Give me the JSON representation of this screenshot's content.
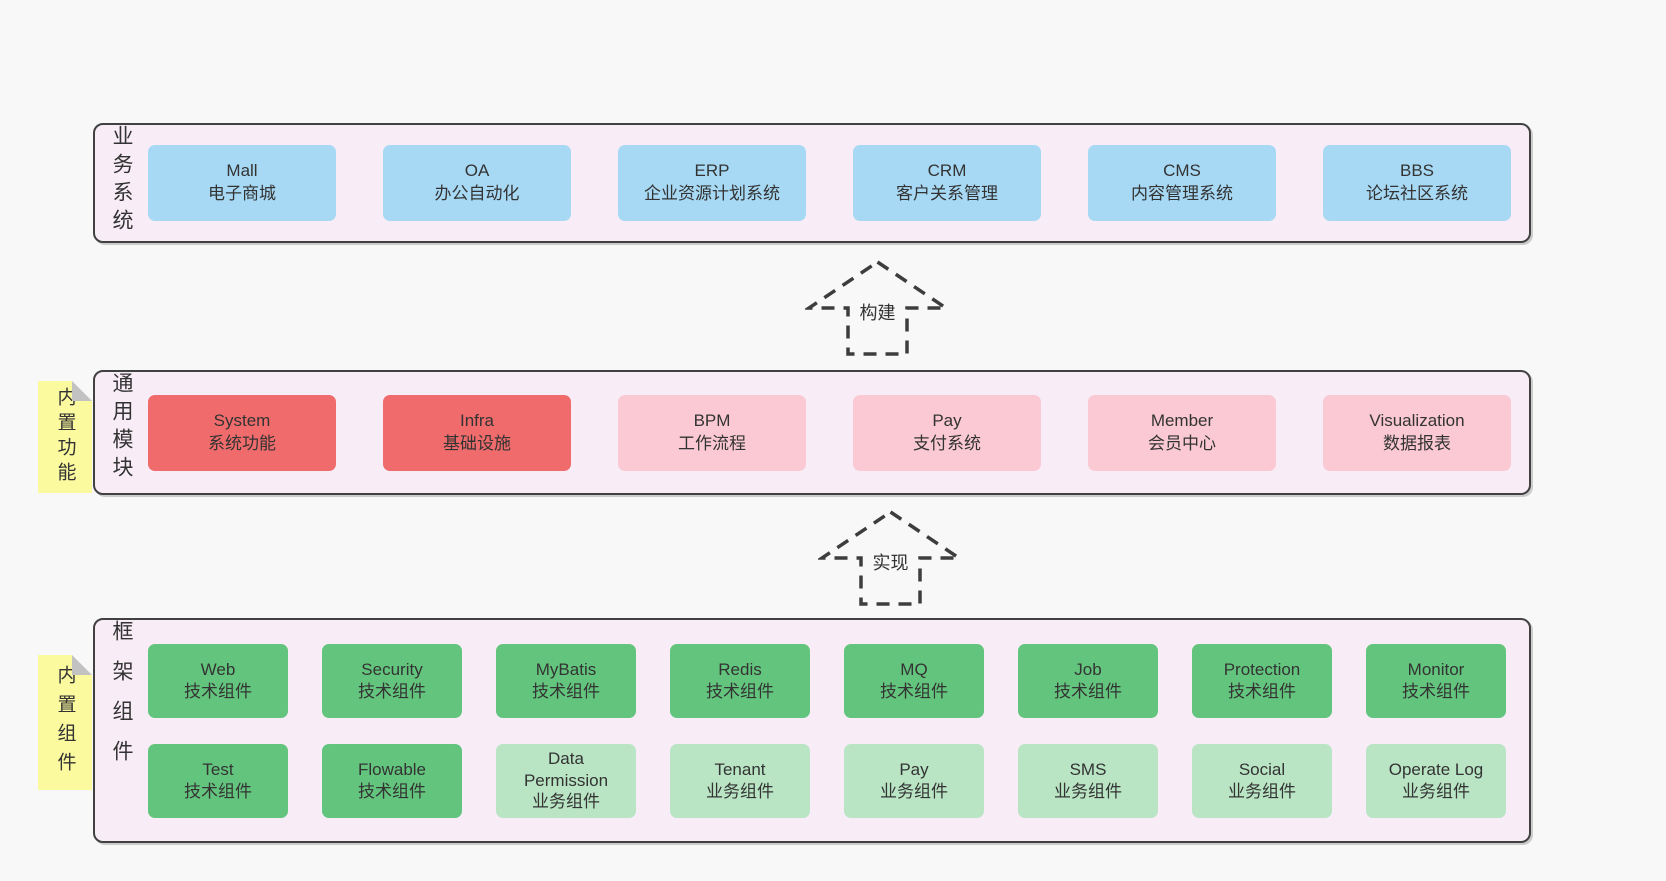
{
  "colors": {
    "page_background": "#f8f8f8",
    "layer_background": "#f8edf6",
    "layer_border": "#414141",
    "blue_box": "#a7d9f4",
    "red_box": "#f06b6b",
    "pink_box": "#fac9d3",
    "green_box": "#63c57d",
    "light_green_box": "#b9e5c4",
    "sticky_note": "#fbfa9e",
    "text": "#333333"
  },
  "arrows": [
    {
      "label": "构建"
    },
    {
      "label": "实现"
    }
  ],
  "layers": [
    {
      "label_vertical": "业务系统",
      "boxes": [
        {
          "title": "Mall",
          "subtitle": "电子商城",
          "variant": "blue"
        },
        {
          "title": "OA",
          "subtitle": "办公自动化",
          "variant": "blue"
        },
        {
          "title": "ERP",
          "subtitle": "企业资源计划系统",
          "variant": "blue"
        },
        {
          "title": "CRM",
          "subtitle": "客户关系管理",
          "variant": "blue"
        },
        {
          "title": "CMS",
          "subtitle": "内容管理系统",
          "variant": "blue"
        },
        {
          "title": "BBS",
          "subtitle": "论坛社区系统",
          "variant": "blue"
        }
      ]
    },
    {
      "label_vertical": "通用模块",
      "note": "内置功能",
      "boxes": [
        {
          "title": "System",
          "subtitle": "系统功能",
          "variant": "red"
        },
        {
          "title": "Infra",
          "subtitle": "基础设施",
          "variant": "red"
        },
        {
          "title": "BPM",
          "subtitle": "工作流程",
          "variant": "pink"
        },
        {
          "title": "Pay",
          "subtitle": "支付系统",
          "variant": "pink"
        },
        {
          "title": "Member",
          "subtitle": "会员中心",
          "variant": "pink"
        },
        {
          "title": "Visualization",
          "subtitle": "数据报表",
          "variant": "pink"
        }
      ]
    },
    {
      "label_vertical": "框架组件",
      "note": "内置组件",
      "rows": [
        [
          {
            "title": "Web",
            "subtitle": "技术组件",
            "variant": "green"
          },
          {
            "title": "Security",
            "subtitle": "技术组件",
            "variant": "green"
          },
          {
            "title": "MyBatis",
            "subtitle": "技术组件",
            "variant": "green"
          },
          {
            "title": "Redis",
            "subtitle": "技术组件",
            "variant": "green"
          },
          {
            "title": "MQ",
            "subtitle": "技术组件",
            "variant": "green"
          },
          {
            "title": "Job",
            "subtitle": "技术组件",
            "variant": "green"
          },
          {
            "title": "Protection",
            "subtitle": "技术组件",
            "variant": "green"
          },
          {
            "title": "Monitor",
            "subtitle": "技术组件",
            "variant": "green"
          }
        ],
        [
          {
            "title": "Test",
            "subtitle": "技术组件",
            "variant": "green"
          },
          {
            "title": "Flowable",
            "subtitle": "技术组件",
            "variant": "green"
          },
          {
            "title": "Data Permission",
            "subtitle": "业务组件",
            "variant": "green-light"
          },
          {
            "title": "Tenant",
            "subtitle": "业务组件",
            "variant": "green-light"
          },
          {
            "title": "Pay",
            "subtitle": "业务组件",
            "variant": "green-light"
          },
          {
            "title": "SMS",
            "subtitle": "业务组件",
            "variant": "green-light"
          },
          {
            "title": "Social",
            "subtitle": "业务组件",
            "variant": "green-light"
          },
          {
            "title": "Operate Log",
            "subtitle": "业务组件",
            "variant": "green-light"
          }
        ]
      ]
    }
  ]
}
